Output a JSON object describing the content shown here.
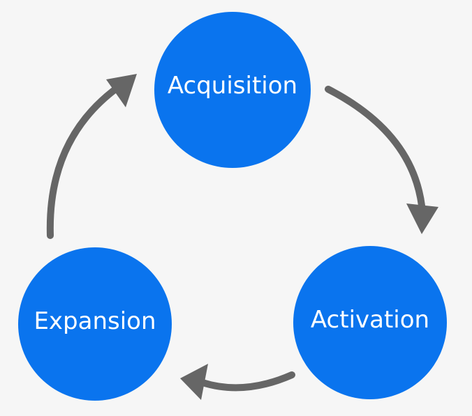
{
  "diagram": {
    "nodes": {
      "acquisition": {
        "label": "Acquisition"
      },
      "activation": {
        "label": "Activation"
      },
      "expansion": {
        "label": "Expansion"
      }
    },
    "colors": {
      "node_fill": "#0a74ee",
      "arrow": "#666666",
      "background": "#f6f6f6"
    }
  }
}
